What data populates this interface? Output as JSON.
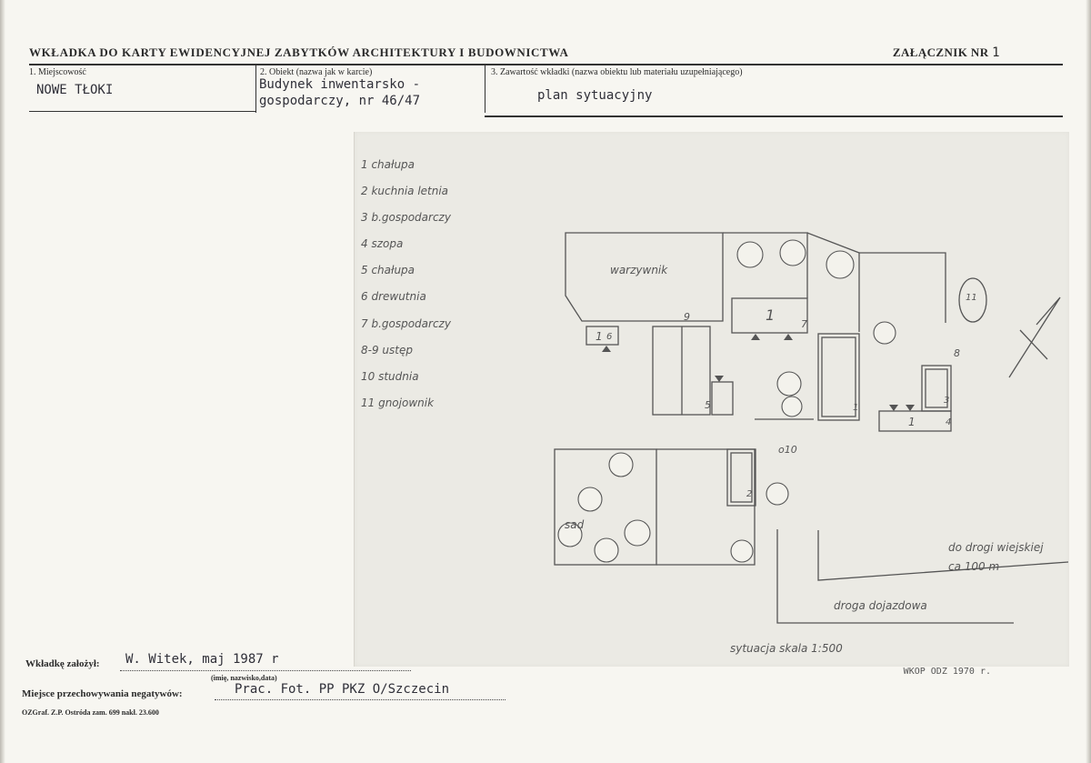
{
  "header": {
    "title": "WKŁADKA DO KARTY EWIDENCYJNEJ ZABYTKÓW ARCHITEKTURY I BUDOWNICTWA",
    "annex_label": "ZAŁĄCZNIK NR",
    "annex_number": "1"
  },
  "fields": {
    "location": {
      "label": "1. Miejscowość",
      "value": "NOWE TŁOKI"
    },
    "object": {
      "label": "2. Obiekt (nazwa jak w karcie)",
      "value_line1": "Budynek inwentarsko -",
      "value_line2": "gospodarczy, nr 46/47"
    },
    "contents": {
      "label": "3. Zawartość wkładki (nazwa obiektu lub materiału uzupełniającego)",
      "value": "plan sytuacyjny"
    }
  },
  "plan": {
    "legend": [
      "1 chałupa",
      "2 kuchnia letnia",
      "3 b.gospodarczy",
      "4 szopa",
      "5 chałupa",
      "6 drewutnia",
      "7 b.gospodarczy",
      "8-9 ustęp",
      "10 studnia",
      "11 gnojownik"
    ],
    "labels": {
      "garden": "warzywnik",
      "orchard": "sad",
      "to_village_road_line1": "do drogi wiejskiej",
      "to_village_road_line2": "ca 100 m",
      "access_road": "droga dojazdowa",
      "scale": "sytuacja skala 1:500"
    },
    "numbers": {
      "n1a": "1",
      "n6": "6",
      "n9": "9",
      "n1b": "1",
      "n7": "7",
      "n1c": "1",
      "n5": "5",
      "n8": "8",
      "n3": "3",
      "n1d": "1",
      "n4": "4",
      "n10": "o10",
      "n2": "2",
      "n11": "11"
    }
  },
  "stamp_note": "WKOP ODZ 1970 r.",
  "footer": {
    "founded_label": "Wkładkę założył:",
    "founded_value": "W. Witek, maj 1987 r",
    "founded_hint": "(imię, nazwisko,data)",
    "storage_label": "Miejsce przechowywania negatywów:",
    "storage_value": "Prac. Fot. PP PKZ O/Szczecin",
    "printer": "OZGraf. Z.P. Ostróda zam. 699 nakł. 23.600"
  }
}
